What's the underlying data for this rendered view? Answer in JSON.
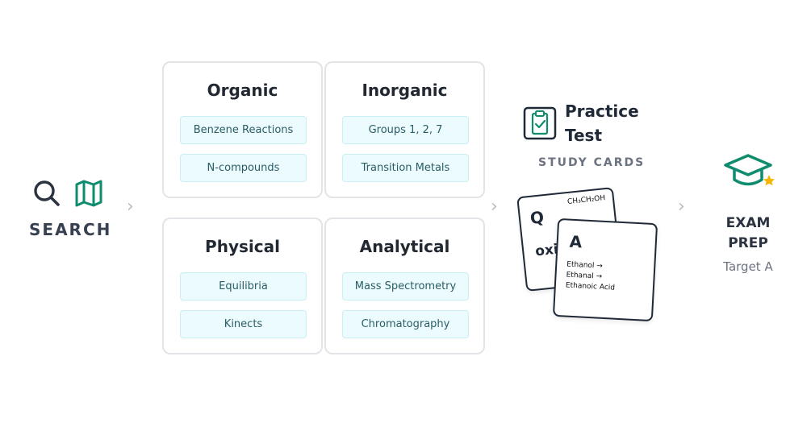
{
  "search": {
    "label": "SEARCH",
    "icons": [
      "search-icon",
      "map-icon"
    ]
  },
  "arrows": {
    "glyph": "›"
  },
  "topics": [
    {
      "title": "Organic",
      "items": [
        "Benzene Reactions",
        "N-compounds"
      ]
    },
    {
      "title": "Inorganic",
      "items": [
        "Groups 1, 2, 7",
        "Transition Metals"
      ]
    },
    {
      "title": "Physical",
      "items": [
        "Equilibria",
        "Kinects"
      ]
    },
    {
      "title": "Analytical",
      "items": [
        "Mass Spectrometry",
        "Chromatography"
      ]
    }
  ],
  "practice": {
    "title_line1": "Practice",
    "title_line2": "Test",
    "icon": "clipboard-check-icon",
    "study_label": "STUDY CARDS",
    "question_card": {
      "letter": "Q",
      "formula": "CH₃CH₂OH",
      "word": "oxi"
    },
    "answer_card": {
      "letter": "A",
      "lines": [
        "Ethanol →",
        "Ethanal →",
        "Ethanoic Acid"
      ]
    }
  },
  "exam": {
    "title_line1": "EXAM",
    "title_line2": "PREP",
    "subtitle": "Target A",
    "icon": "graduation-cap-icon"
  },
  "colors": {
    "accent_green": "#0f8c6e",
    "star": "#f4b400",
    "pill_bg": "#ecfbfd",
    "card_border": "#e2e4e8"
  }
}
